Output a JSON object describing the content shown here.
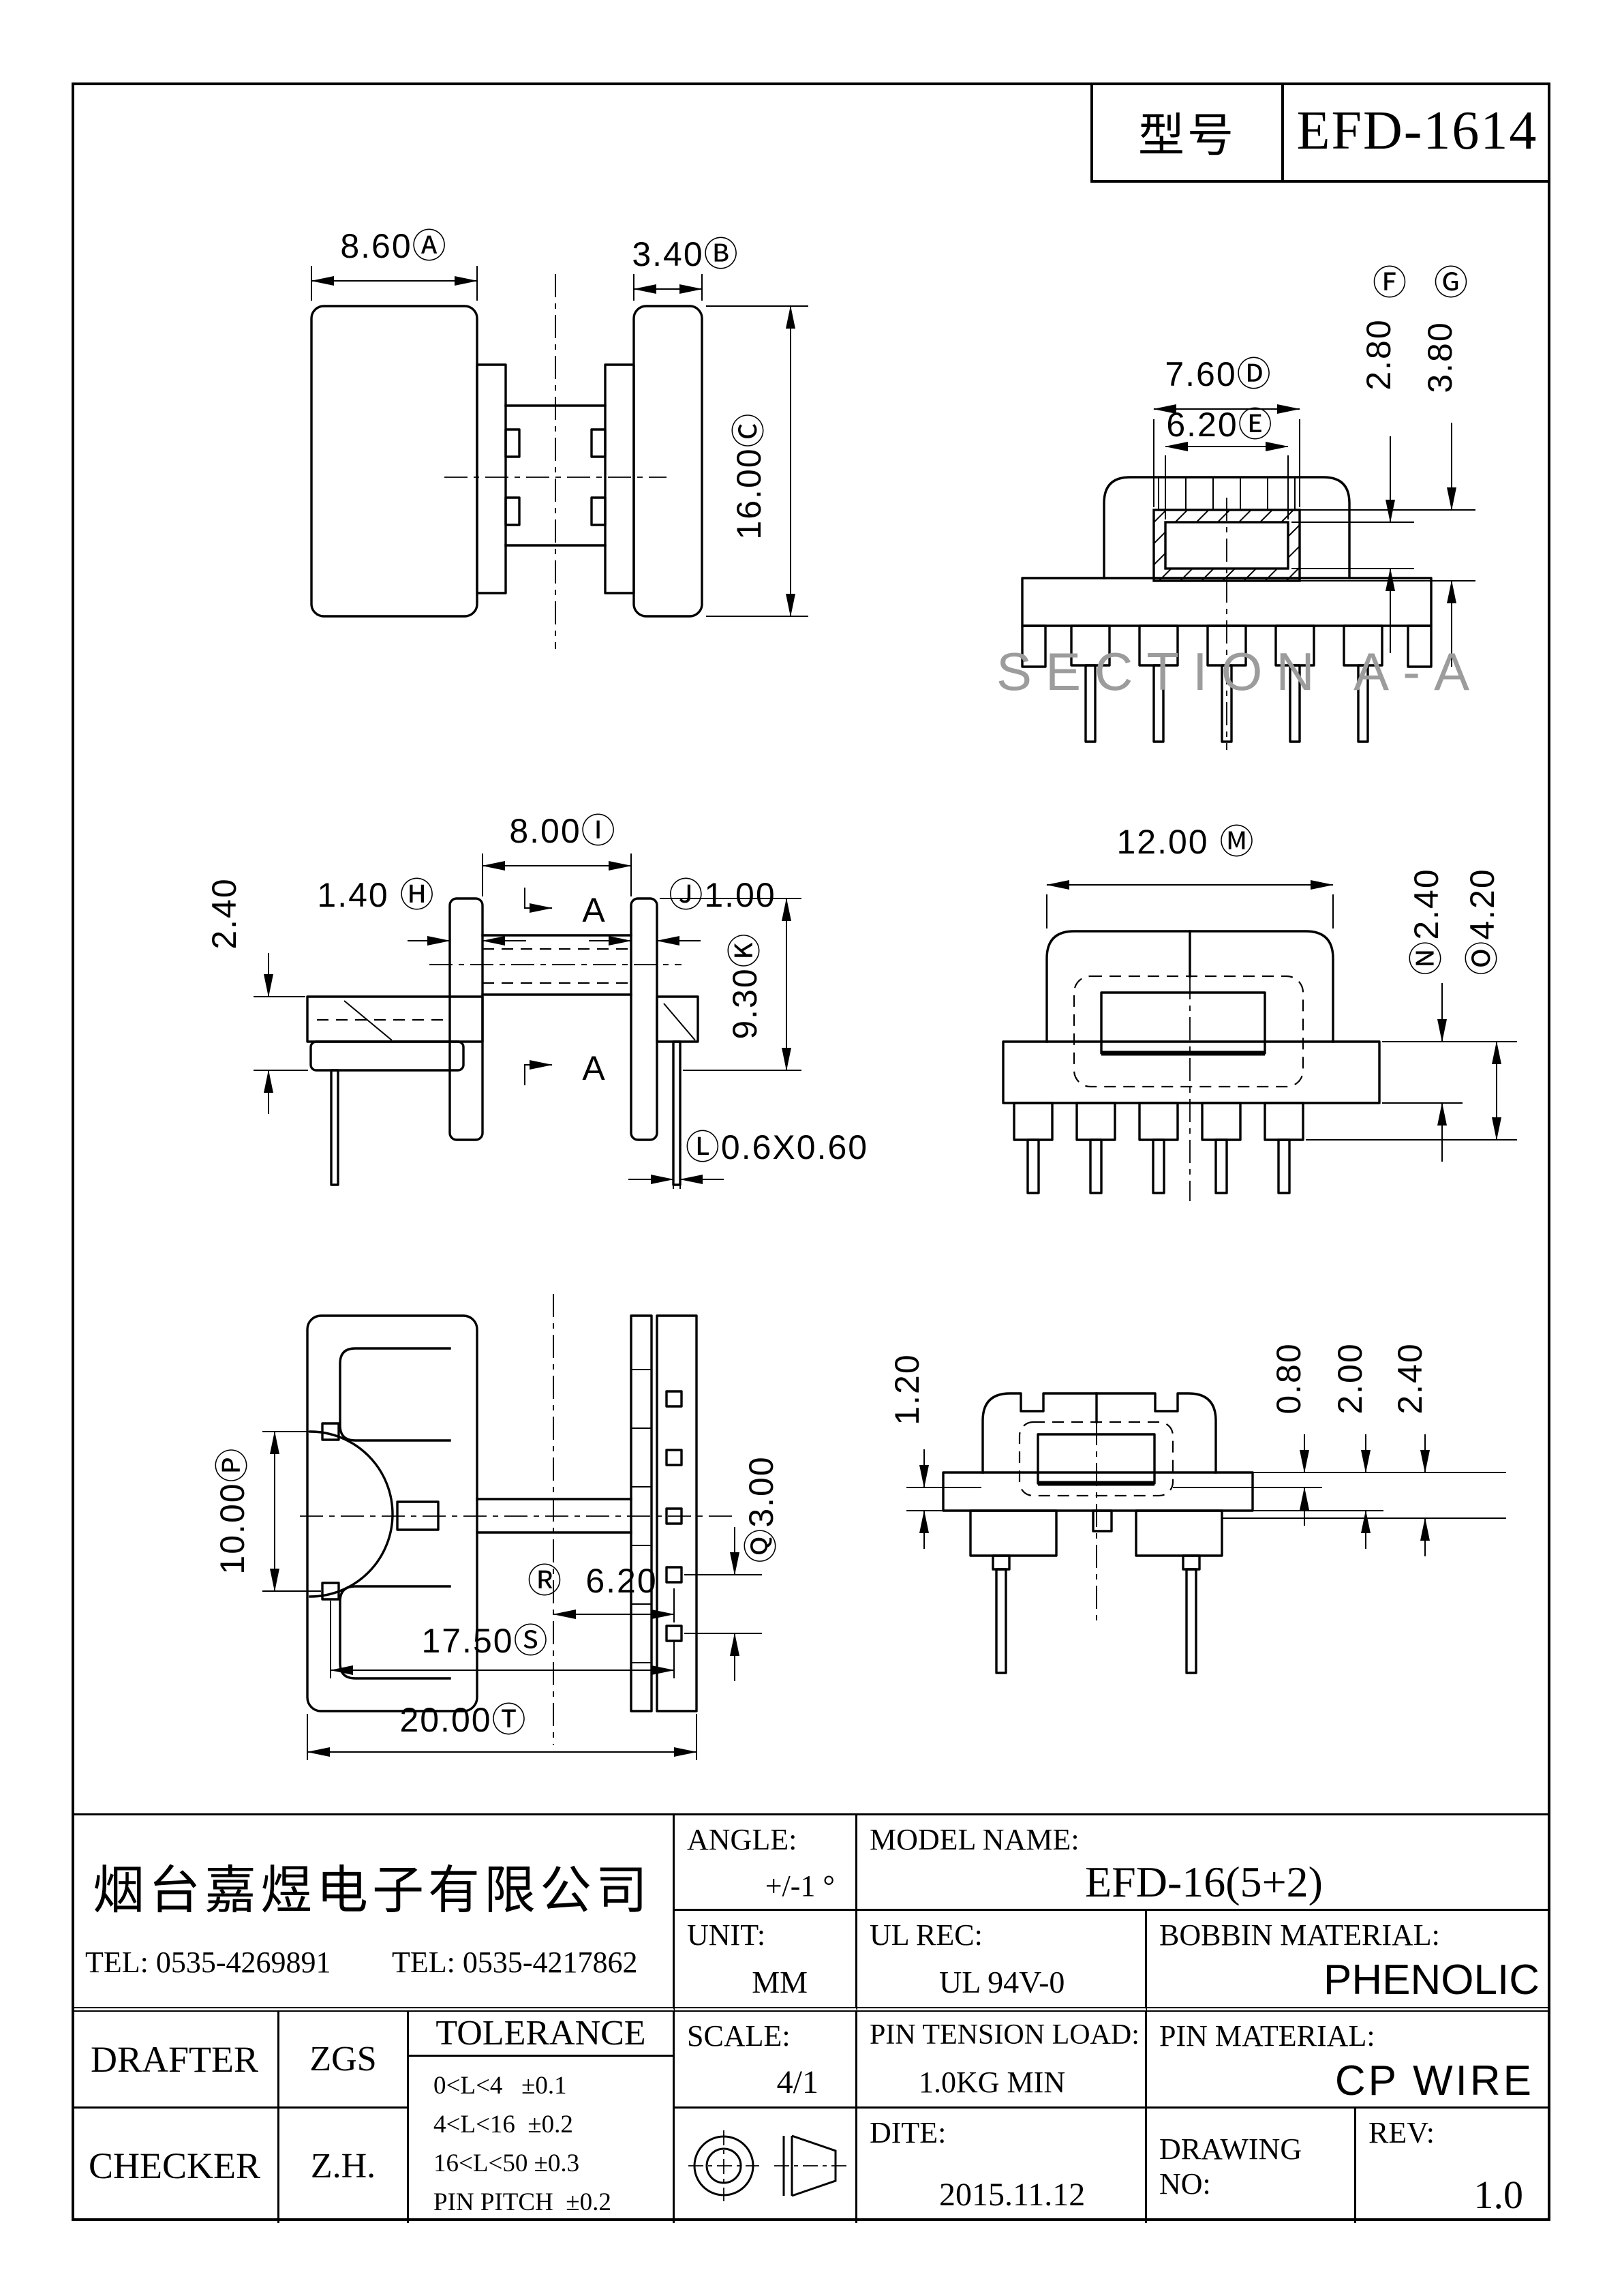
{
  "model_box": {
    "label": "型号",
    "value": "EFD-1614"
  },
  "section_label": "SECTION A-A",
  "dims": {
    "a": "8.60Ⓐ",
    "b": "3.40Ⓑ",
    "c": "16.00Ⓒ",
    "d": "7.60Ⓓ",
    "e": "6.20Ⓔ",
    "f_letter": "Ⓕ",
    "f_value": "2.80",
    "g_letter": "Ⓖ",
    "g_value": "3.80",
    "h": "1.40 Ⓗ",
    "i": "8.00Ⓘ",
    "j": "Ⓙ1.00",
    "k": "9.30Ⓚ",
    "left_240": "2.40",
    "l": "Ⓛ0.6X0.60",
    "section_arrow": "A",
    "m": "12.00 Ⓜ",
    "n": "Ⓝ2.40",
    "o": "Ⓞ4.20",
    "p": "10.00Ⓟ",
    "q": "Ⓠ3.00",
    "r_letter": "Ⓡ",
    "r_value": "6.20",
    "s": "17.50Ⓢ",
    "t": "20.00Ⓣ",
    "v6_left": "1.20",
    "v6_r1": "0.80",
    "v6_r2": "2.00",
    "v6_r3": "2.40"
  },
  "title_block": {
    "company": "烟台嘉煜电子有限公司",
    "tel1": "TEL: 0535-4269891",
    "tel2": "TEL: 0535-4217862",
    "angle_label": "ANGLE:",
    "angle_value": "+/-1 °",
    "model_name_label": "MODEL NAME:",
    "model_name_value": "EFD-16(5+2)",
    "unit_label": "UNIT:",
    "unit_value": "MM",
    "ul_label": "UL REC:",
    "ul_value": "UL 94V-0",
    "bobbin_label": "BOBBIN MATERIAL:",
    "bobbin_value": "PHENOLIC",
    "drafter_label": "DRAFTER",
    "drafter_value": "ZGS",
    "checker_label": "CHECKER",
    "checker_value": "Z.H.",
    "tolerance": {
      "title": "TOLERANCE",
      "rows": [
        {
          "range": "0<L<4",
          "tol": "±0.1"
        },
        {
          "range": "4<L<16",
          "tol": "±0.2"
        },
        {
          "range": "16<L<50",
          "tol": "±0.3"
        },
        {
          "range": "PIN PITCH",
          "tol": "±0.2"
        }
      ]
    },
    "scale_label": "SCALE:",
    "scale_value": "4/1",
    "pin_tension_label": "PIN TENSION LOAD:",
    "pin_tension_value": "1.0KG MIN",
    "pin_material_label": "PIN MATERIAL:",
    "pin_material_value": "CP WIRE",
    "dite_label": "DITE:",
    "dite_value": "2015.11.12",
    "drawing_no_label": "DRAWING NO:",
    "rev_label": "REV:",
    "rev_value": "1.0"
  }
}
